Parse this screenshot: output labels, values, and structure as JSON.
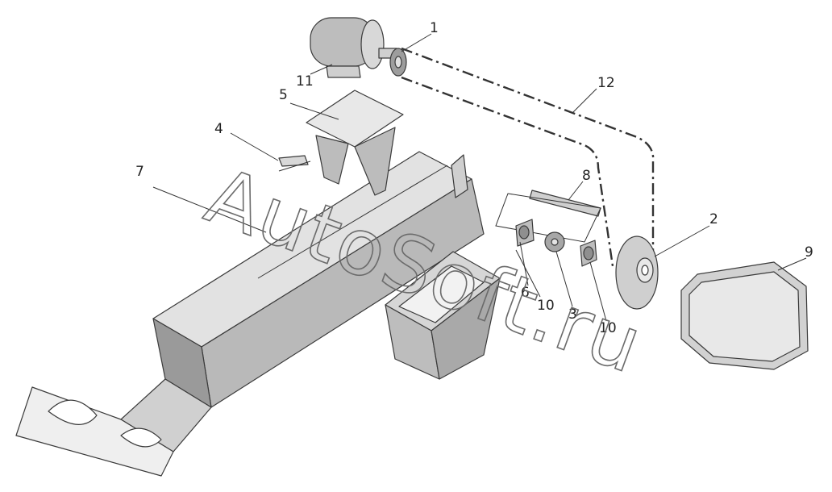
{
  "watermark": "AutoSoft.ru",
  "callouts": {
    "c1": "1",
    "c2": "2",
    "c3": "3",
    "c4": "4",
    "c5": "5",
    "c6": "6",
    "c7": "7",
    "c8": "8",
    "c9": "9",
    "c10a": "10",
    "c10b": "10",
    "c11": "11",
    "c12": "12"
  },
  "colors": {
    "line": "#3a3a3a",
    "face_light": "#e6e6e6",
    "face_mid": "#c9c9c9",
    "face_dark": "#a8a8a8"
  }
}
